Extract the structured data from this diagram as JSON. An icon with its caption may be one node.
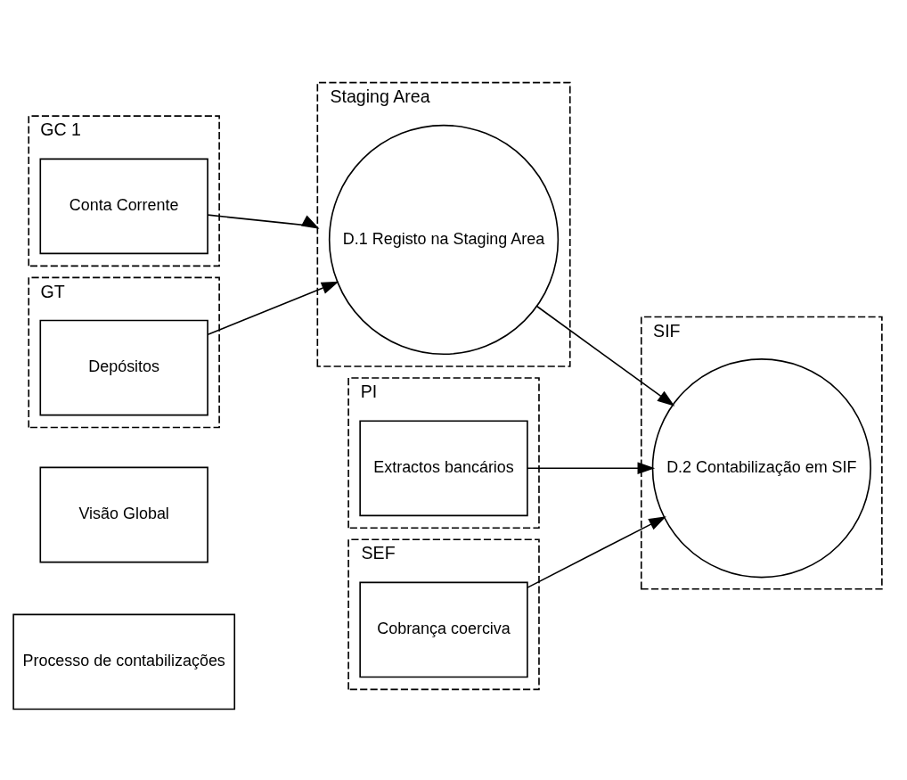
{
  "diagram": {
    "nodes": [
      {
        "text": [
          "Visão Global"
        ]
      },
      {
        "text": [
          "Processo de contabilizações"
        ]
      },
      {
        "text": [
          "GC 1"
        ]
      },
      {
        "text": [
          "Conta Corrente"
        ],
        "in": 2
      },
      {
        "text": [
          "Staging Area"
        ]
      },
      {
        "text": [
          "D.1 Registo na Staging Area"
        ],
        "in": 4
      },
      {
        "text": [
          "GT"
        ]
      },
      {
        "text": [
          "Depósitos"
        ],
        "in": 6
      },
      {
        "text": [
          "PI"
        ]
      },
      {
        "text": [
          "Extractos bancários"
        ],
        "in": 8
      },
      {
        "text": [
          "SIF"
        ]
      },
      {
        "text": [
          "D.2 Contabilização em SIF"
        ],
        "in": 10
      },
      {
        "text": [
          "SEF"
        ]
      },
      {
        "text": [
          "Cobrança coerciva"
        ],
        "in": 12
      }
    ],
    "edges": [
      {
        "from": 3,
        "to": 4,
        "arrow": "to"
      },
      {
        "from": 7,
        "to": 5,
        "arrow": "to"
      },
      {
        "from": 5,
        "to": 11,
        "arrow": "to"
      },
      {
        "from": 9,
        "to": 11,
        "arrow": "to"
      },
      {
        "from": 13,
        "to": 11,
        "arrow": "to"
      }
    ]
  }
}
